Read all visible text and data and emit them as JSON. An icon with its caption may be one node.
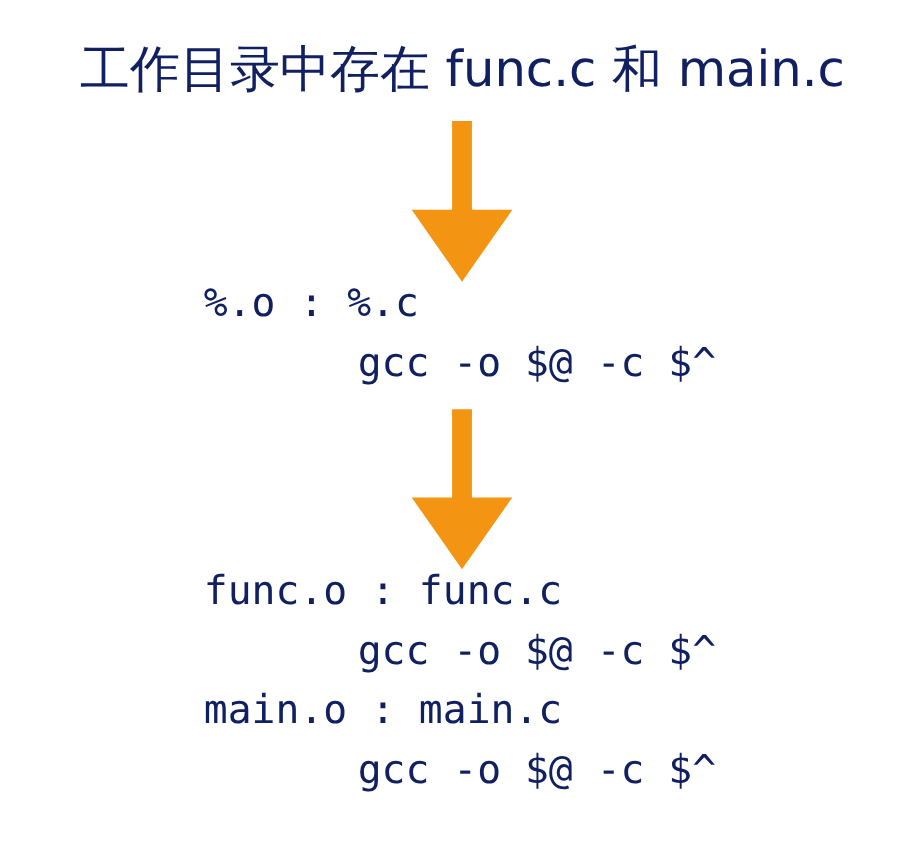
{
  "diagram": {
    "nodes": [
      {
        "text": [
          "工作目录中存在 func.c 和 main.c"
        ]
      },
      {
        "text": [
          "%.o : %.c",
          "gcc -o $@ -c $^"
        ]
      },
      {
        "text": [
          "func.o : func.c",
          "gcc -o $@ -c $^",
          "main.o : main.c",
          "gcc -o $@ -c $^"
        ]
      }
    ],
    "edges": [
      {
        "from": 0,
        "to": 1,
        "arrow": "to"
      },
      {
        "from": 1,
        "to": 2,
        "arrow": "to"
      }
    ]
  }
}
